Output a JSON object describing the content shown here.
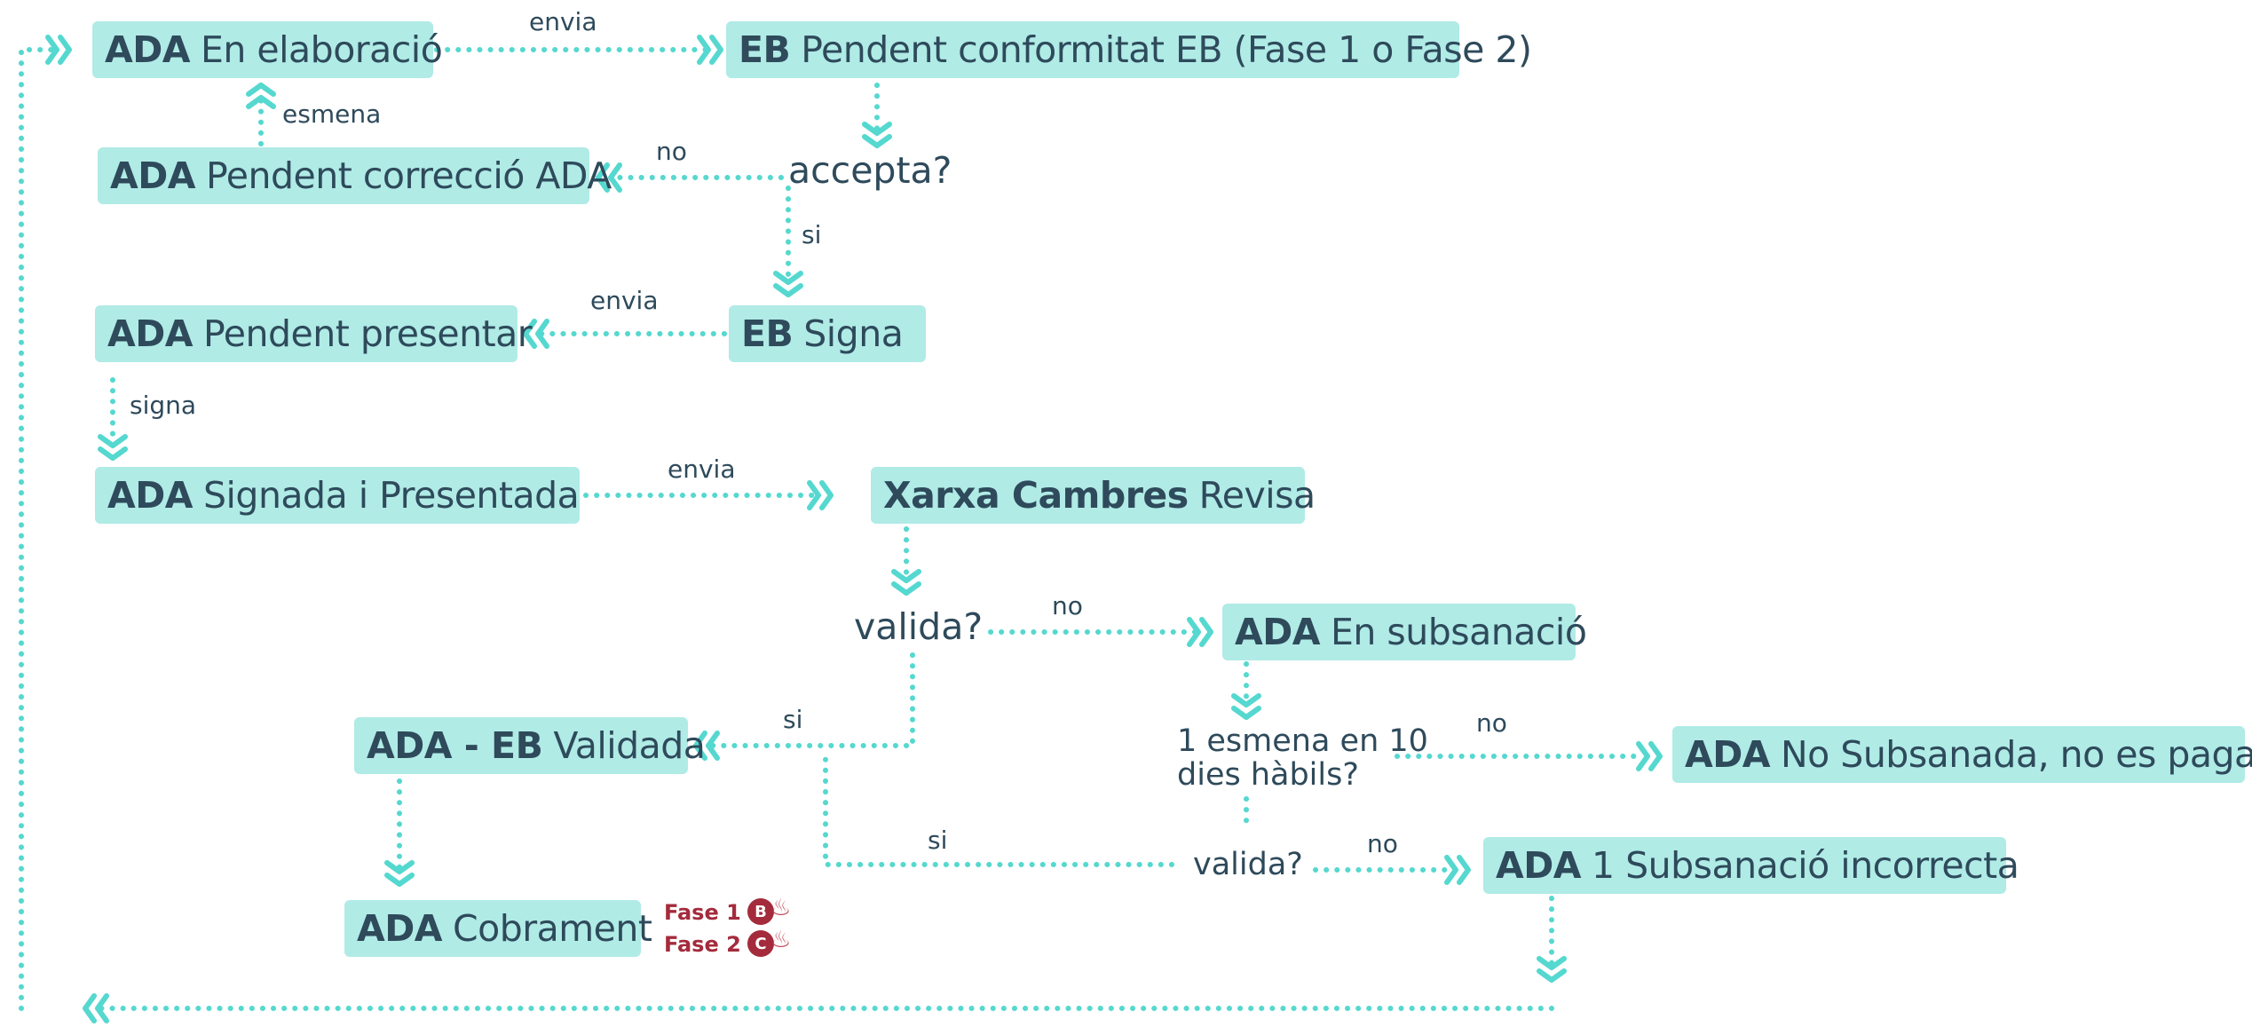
{
  "colors": {
    "node_fill": "#b0ebe6",
    "connector": "#55d8cf",
    "text": "#2e4a5b",
    "fase": "#a42b3c"
  },
  "nodes": {
    "ada_en_elaboracio": {
      "who": "ADA",
      "state": "En elaboració"
    },
    "eb_pendent_conformitat": {
      "who": "EB",
      "state": "Pendent conformitat EB (Fase 1 o Fase 2)"
    },
    "ada_pendent_correccio": {
      "who": "ADA",
      "state": "Pendent correcció ADA"
    },
    "eb_signa": {
      "who": "EB",
      "state": "Signa"
    },
    "ada_pendent_presentar": {
      "who": "ADA",
      "state": "Pendent presentar"
    },
    "ada_signada_presentada": {
      "who": "ADA",
      "state": "Signada i Presentada"
    },
    "xarxa_cambres_revisa": {
      "who": "Xarxa Cambres",
      "state": "Revisa"
    },
    "ada_en_subsanacio": {
      "who": "ADA",
      "state": "En subsanació"
    },
    "ada_eb_validada": {
      "who": "ADA - EB",
      "state": "Validada"
    },
    "ada_no_subsanada": {
      "who": "ADA",
      "state": "No Subsanada, no es paga"
    },
    "ada_subsanacio_incorrecta": {
      "who": "ADA",
      "state": "1 Subsanació incorrecta"
    },
    "ada_cobrament": {
      "who": "ADA",
      "state": "Cobrament"
    }
  },
  "decisions": {
    "accepta": "accepta?",
    "valida_1": "valida?",
    "esmena_line1": "1 esmena en 10",
    "esmena_line2": "dies hàbils?",
    "valida_2": "valida?"
  },
  "labels": {
    "envia_1": "envia",
    "esmena": "esmena",
    "no_accepta": "no",
    "si_accepta": "si",
    "envia_2": "envia",
    "signa": "signa",
    "envia_3": "envia",
    "no_valida_1": "no",
    "si_valida_1": "si",
    "no_esmena": "no",
    "si_valida_2": "si",
    "no_valida_2": "no"
  },
  "fases": {
    "fase1": {
      "label": "Fase 1",
      "badge": "B",
      "icon": "hand-money-icon"
    },
    "fase2": {
      "label": "Fase 2",
      "badge": "C",
      "icon": "hand-money-icon"
    }
  }
}
